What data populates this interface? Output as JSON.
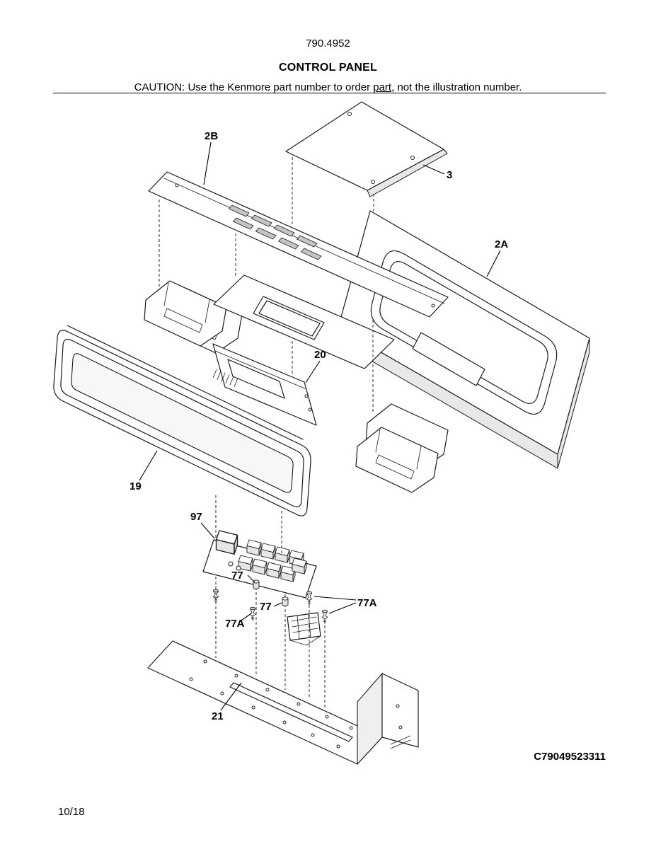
{
  "colors": {
    "ink": "#000000",
    "paper": "#ffffff"
  },
  "header": {
    "model_number": "790.4952",
    "section_title": "CONTROL PANEL",
    "caution_prefix": "CAUTION: Use the Kenmore part number to order ",
    "caution_underlined": "part",
    "caution_suffix": ", not the illustration number."
  },
  "footer": {
    "publication_code": "C79049523311",
    "date_code": "10/18"
  },
  "diagram": {
    "labels": [
      {
        "id": "2B",
        "text": "2B"
      },
      {
        "id": "3",
        "text": "3"
      },
      {
        "id": "2A",
        "text": "2A"
      },
      {
        "id": "20",
        "text": "20"
      },
      {
        "id": "19",
        "text": "19"
      },
      {
        "id": "97",
        "text": "97"
      },
      {
        "id": "77-upper",
        "text": "77"
      },
      {
        "id": "77-lower",
        "text": "77"
      },
      {
        "id": "77A-right",
        "text": "77A"
      },
      {
        "id": "77A-left",
        "text": "77A"
      },
      {
        "id": "21",
        "text": "21"
      }
    ]
  }
}
